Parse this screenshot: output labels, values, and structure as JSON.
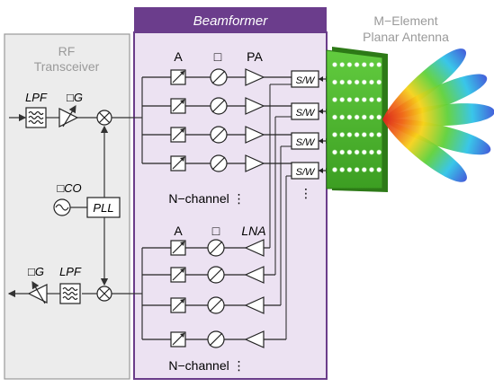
{
  "panels": {
    "rf_title": "RF",
    "rf_subtitle": "Transceiver",
    "beamformer_title": "Beamformer",
    "antenna_title": "M−Element",
    "antenna_subtitle": "Planar Antenna"
  },
  "tx_chain": {
    "lpf": "LPF",
    "vg": "□G"
  },
  "rx_chain": {
    "vg": "□G",
    "lpf": "LPF"
  },
  "synth": {
    "vco": "□CO",
    "pll": "PLL"
  },
  "tx_beam": {
    "col_a": "A",
    "col_phase": "□",
    "col_pa": "PA",
    "nchannel": "N−channel ⋮"
  },
  "rx_beam": {
    "col_a": "A",
    "col_phase": "□",
    "col_lna": "LNA",
    "nchannel": "N−channel ⋮"
  },
  "switches": [
    "S/W",
    "S/W",
    "S/W",
    "S/W"
  ],
  "switch_dots": "⋮",
  "colors": {
    "rf_panel_bg": "#ececec",
    "beam_panel_bg": "#ece2f2",
    "beam_border": "#6a3d8a",
    "beam_header": "#6b3d8c",
    "antenna_green": "#4dbb2e"
  }
}
